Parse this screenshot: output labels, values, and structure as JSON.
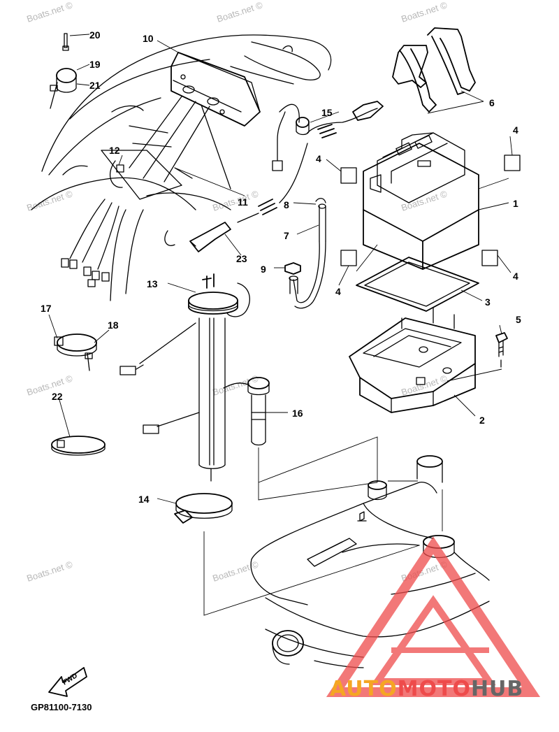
{
  "callouts": {
    "c1": "1",
    "c2": "2",
    "c3": "3",
    "c4a": "4",
    "c4b": "4",
    "c4c": "4",
    "c4d": "4",
    "c5": "5",
    "c6": "6",
    "c7": "7",
    "c8": "8",
    "c9": "9",
    "c10": "10",
    "c11": "11",
    "c12": "12",
    "c13": "13",
    "c14": "14",
    "c15": "15",
    "c16": "16",
    "c17": "17",
    "c18": "18",
    "c19": "19",
    "c20": "20",
    "c21": "21",
    "c22": "22",
    "c23": "23"
  },
  "fwd_label": "FWD",
  "part_code": "GP81100-7130",
  "watermark": "Boats.net ©",
  "logo": {
    "part1": "AUTO",
    "part2": "MOTO",
    "part3": "HUB",
    "color_orange": "#f5a623",
    "color_red": "#ee4b4b",
    "color_gray": "#666666"
  }
}
